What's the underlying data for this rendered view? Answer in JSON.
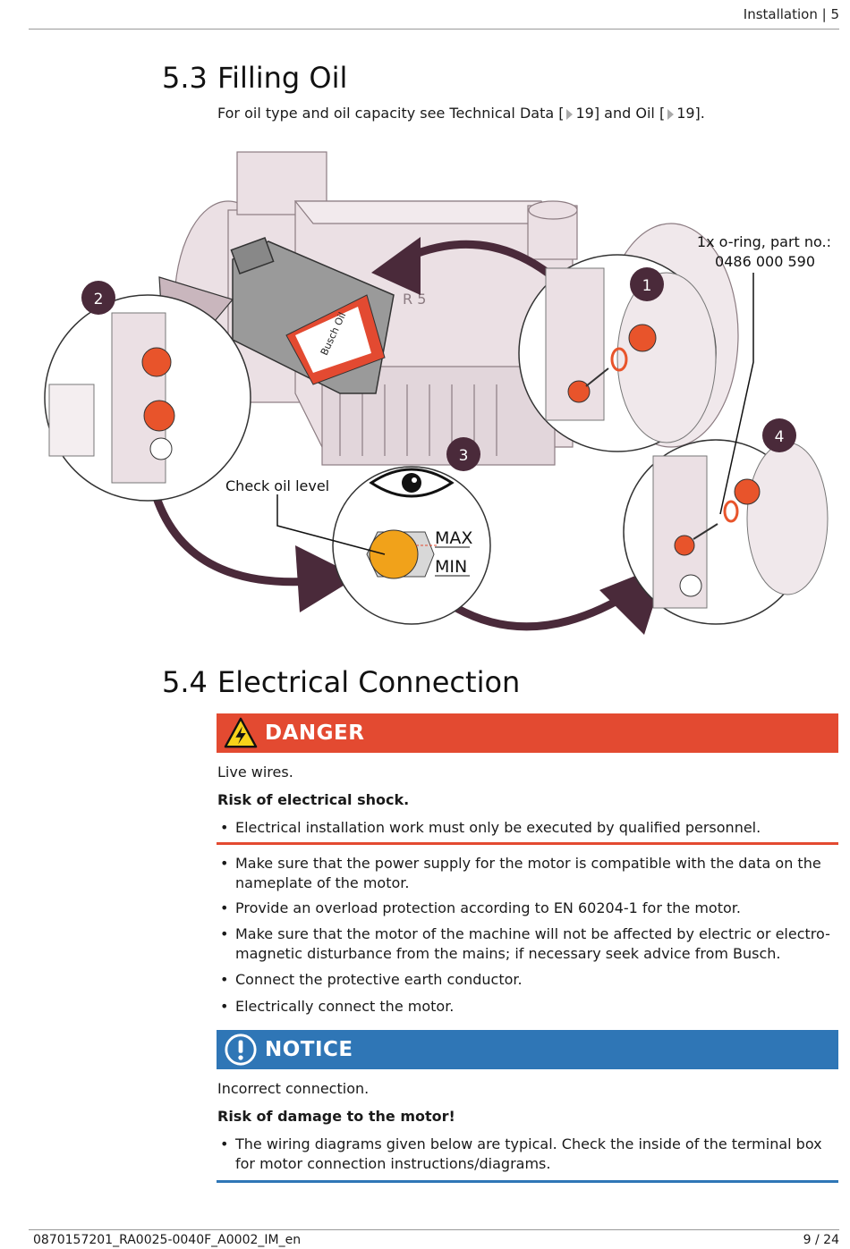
{
  "header": {
    "text": "Installation | 5"
  },
  "section_53": {
    "number": "5.3",
    "title": "Filling Oil",
    "intro_prefix": "For oil type and oil capacity see",
    "link1": "Technical Data",
    "ref1": "19",
    "and": "and",
    "link2": "Oil",
    "ref2": "19"
  },
  "figure": {
    "oring_label_line1": "1x o-ring, part no.:",
    "oring_label_line2": "0486 000 590",
    "check_oil": "Check oil level",
    "max": "MAX",
    "min": "MIN",
    "step1": "1",
    "step2": "2",
    "step3": "3",
    "step4": "4",
    "bottle_brand": "Busch Oil",
    "pump_label": "R 5",
    "colors": {
      "oil": "#f1a21a",
      "plug": "#e8542b",
      "arrow": "#4a2a3a",
      "pump": "#e9dde1"
    }
  },
  "section_54": {
    "number": "5.4",
    "title": "Electrical Connection",
    "danger": {
      "label": "DANGER",
      "line1": "Live wires.",
      "line2": "Risk of electrical shock.",
      "bullet": "Electrical installation work must only be executed by qualified personnel."
    },
    "bullets": [
      "Make sure that the power supply for the motor is compatible with the data on the nameplate of the motor.",
      "Provide an overload protection according to EN 60204-1 for the motor.",
      "Make sure that the motor of the machine will not be affected by electric or electro-magnetic disturbance from the mains; if necessary seek advice from Busch.",
      "Connect the protective earth conductor.",
      "Electrically connect the motor."
    ],
    "notice": {
      "label": "NOTICE",
      "line1": "Incorrect connection.",
      "line2": "Risk of damage to the motor!",
      "bullet": "The wiring diagrams given below are typical. Check the inside of the terminal box for motor connection instructions/diagrams."
    },
    "colors": {
      "danger": "#e34a31",
      "notice": "#2f76b6"
    }
  },
  "footer": {
    "doc_id": "0870157201_RA0025-0040F_A0002_IM_en",
    "page": "9 / 24"
  }
}
